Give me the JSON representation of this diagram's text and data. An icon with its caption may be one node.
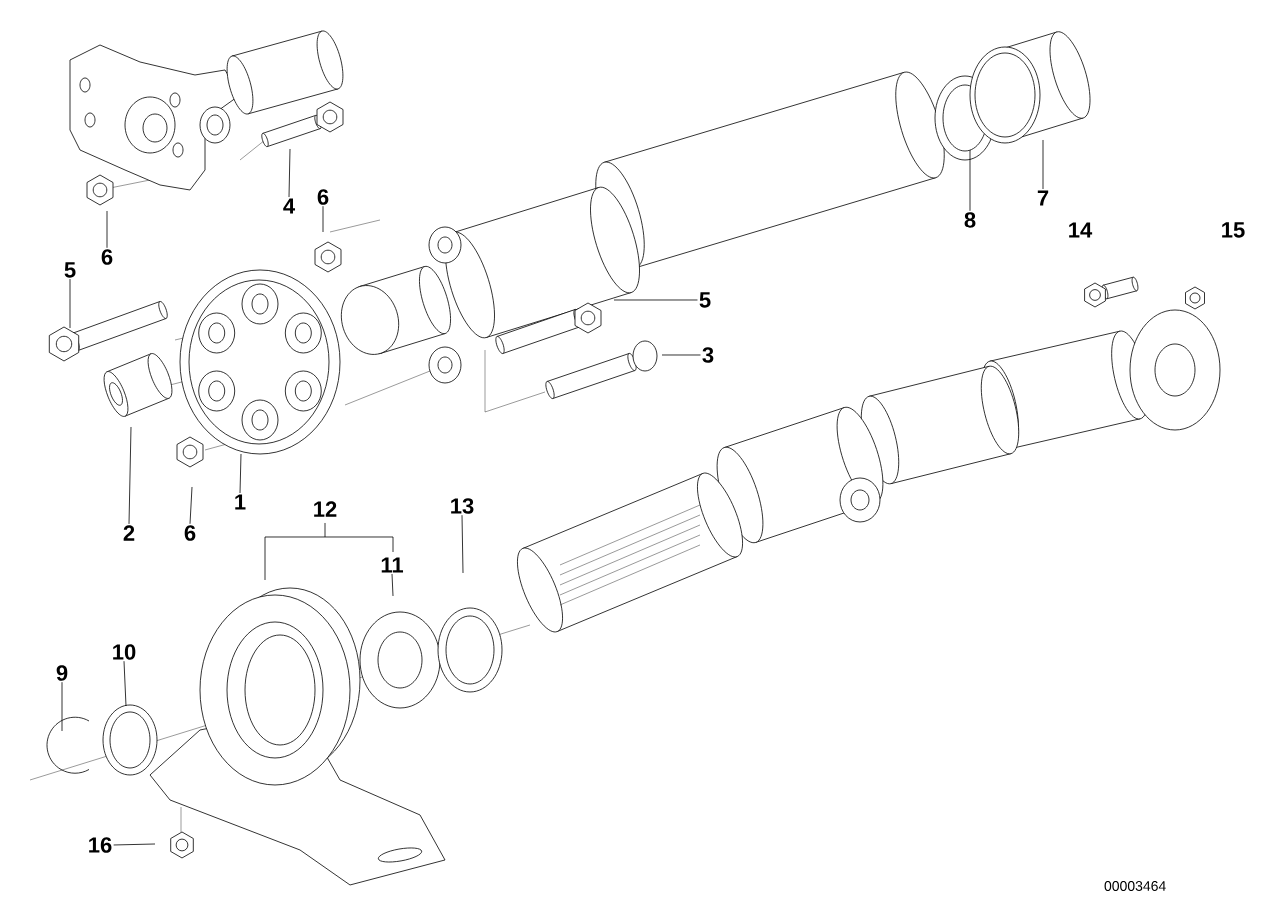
{
  "diagram": {
    "nodes": [
      {
        "text": [
          "4"
        ]
      },
      {
        "text": [
          "6"
        ]
      },
      {
        "text": [
          "6"
        ]
      },
      {
        "text": [
          "5"
        ]
      },
      {
        "text": [
          "2"
        ]
      },
      {
        "text": [
          "6"
        ]
      },
      {
        "text": [
          "1"
        ]
      },
      {
        "text": [
          "12"
        ]
      },
      {
        "text": [
          "13"
        ]
      },
      {
        "text": [
          "11"
        ]
      },
      {
        "text": [
          "10"
        ]
      },
      {
        "text": [
          "9"
        ]
      },
      {
        "text": [
          "16"
        ]
      },
      {
        "text": [
          "5"
        ]
      },
      {
        "text": [
          "3"
        ]
      },
      {
        "text": [
          "8"
        ]
      },
      {
        "text": [
          "7"
        ]
      },
      {
        "text": [
          "14"
        ]
      },
      {
        "text": [
          "15"
        ]
      }
    ],
    "edges": [
      {
        "from": 0,
        "to": null,
        "arrow": "none"
      },
      {
        "from": 1,
        "to": null,
        "arrow": "none"
      },
      {
        "from": 2,
        "to": null,
        "arrow": "none"
      },
      {
        "from": 3,
        "to": null,
        "arrow": "none"
      },
      {
        "from": 4,
        "to": null,
        "arrow": "none"
      },
      {
        "from": 5,
        "to": null,
        "arrow": "none"
      },
      {
        "from": 6,
        "to": null,
        "arrow": "none"
      },
      {
        "from": 8,
        "to": null,
        "arrow": "none"
      },
      {
        "from": 9,
        "to": null,
        "arrow": "none"
      },
      {
        "from": 10,
        "to": null,
        "arrow": "none"
      },
      {
        "from": 11,
        "to": null,
        "arrow": "none"
      },
      {
        "from": 12,
        "to": null,
        "arrow": "none"
      },
      {
        "from": 13,
        "to": null,
        "arrow": "none"
      },
      {
        "from": 14,
        "to": null,
        "arrow": "none"
      },
      {
        "from": 15,
        "to": null,
        "arrow": "none"
      },
      {
        "from": 16,
        "to": null,
        "arrow": "none"
      }
    ],
    "labels": [
      "00003464"
    ]
  }
}
